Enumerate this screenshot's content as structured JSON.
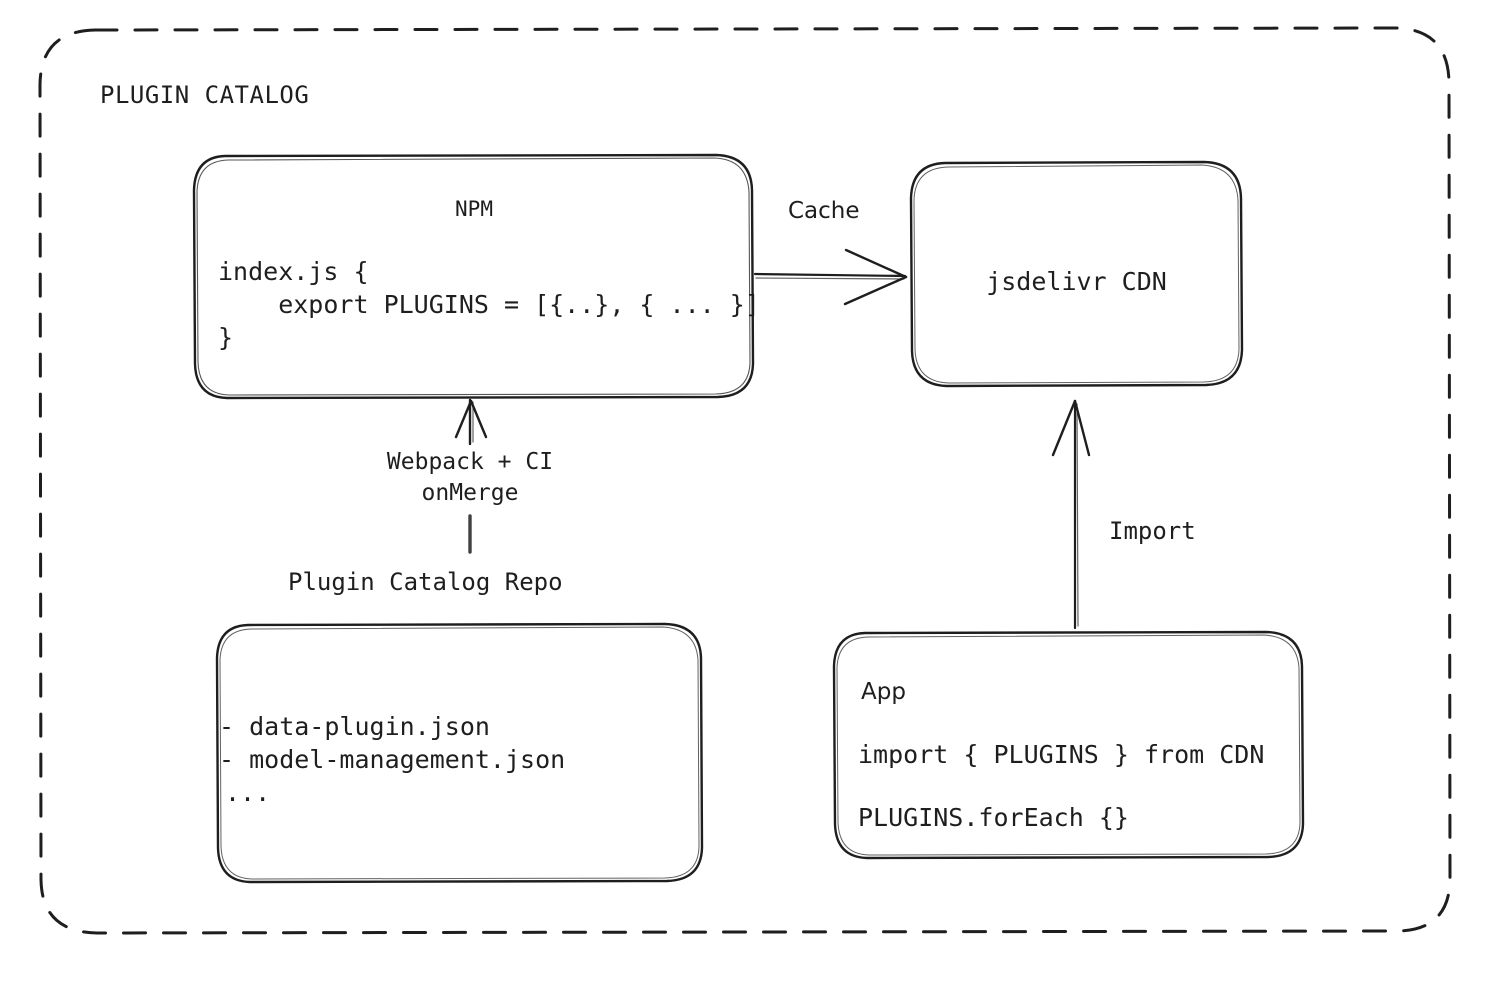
{
  "diagram": {
    "title": "PLUGIN CATALOG",
    "stroke_color": "#1e1e1e",
    "background_color": "#ffffff",
    "nodes": {
      "npm": {
        "title": "NPM",
        "code_lines": [
          "index.js {",
          "    export PLUGINS = [{..}, { ... }]",
          "}"
        ]
      },
      "cdn": {
        "title": "jsdelivr CDN"
      },
      "repo": {
        "caption": "Plugin Catalog Repo",
        "items": [
          "- data-plugin.json",
          "- model-management.json",
          "..."
        ]
      },
      "app": {
        "title": "App",
        "code_lines": [
          "import { PLUGINS } from CDN",
          "PLUGINS.forEach {}"
        ]
      }
    },
    "edges": {
      "cache": {
        "label": "Cache",
        "from": "npm",
        "to": "cdn"
      },
      "build": {
        "label_line1": "Webpack + CI",
        "label_line2": "onMerge",
        "from": "repo",
        "to": "npm"
      },
      "import": {
        "label": "Import",
        "from": "app",
        "to": "cdn"
      }
    }
  }
}
